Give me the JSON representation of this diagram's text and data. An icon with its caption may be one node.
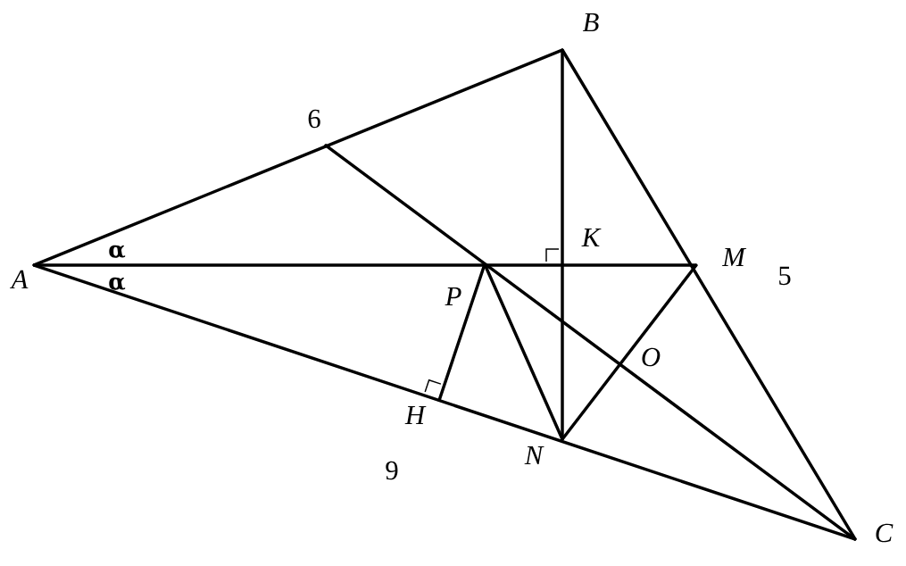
{
  "diagram": {
    "nodes": [
      {
        "text": [
          "B"
        ]
      },
      {
        "text": [],
        "shape": "point"
      },
      {
        "text": [
          "K"
        ]
      },
      {
        "text": [
          "A"
        ]
      },
      {
        "text": [
          "M"
        ]
      },
      {
        "text": [
          "P"
        ]
      },
      {
        "text": [
          "O"
        ]
      },
      {
        "text": [
          "H"
        ]
      },
      {
        "text": [
          "N"
        ]
      },
      {
        "text": [
          "C"
        ]
      }
    ],
    "edges": [
      {
        "from": 3,
        "to": 0,
        "arrow": "none"
      },
      {
        "from": 0,
        "to": 9,
        "arrow": "none"
      },
      {
        "from": 3,
        "to": 9,
        "arrow": "none"
      },
      {
        "from": 3,
        "to": 4,
        "arrow": "none"
      },
      {
        "from": 0,
        "to": 8,
        "arrow": "none"
      },
      {
        "from": 4,
        "to": 8,
        "arrow": "none"
      },
      {
        "from": 1,
        "to": 9,
        "arrow": "none"
      },
      {
        "from": 5,
        "to": 7,
        "arrow": "none"
      },
      {
        "from": 5,
        "to": 8,
        "arrow": "none"
      }
    ],
    "labels": [
      "6",
      "α",
      "α",
      "5",
      "9"
    ]
  }
}
